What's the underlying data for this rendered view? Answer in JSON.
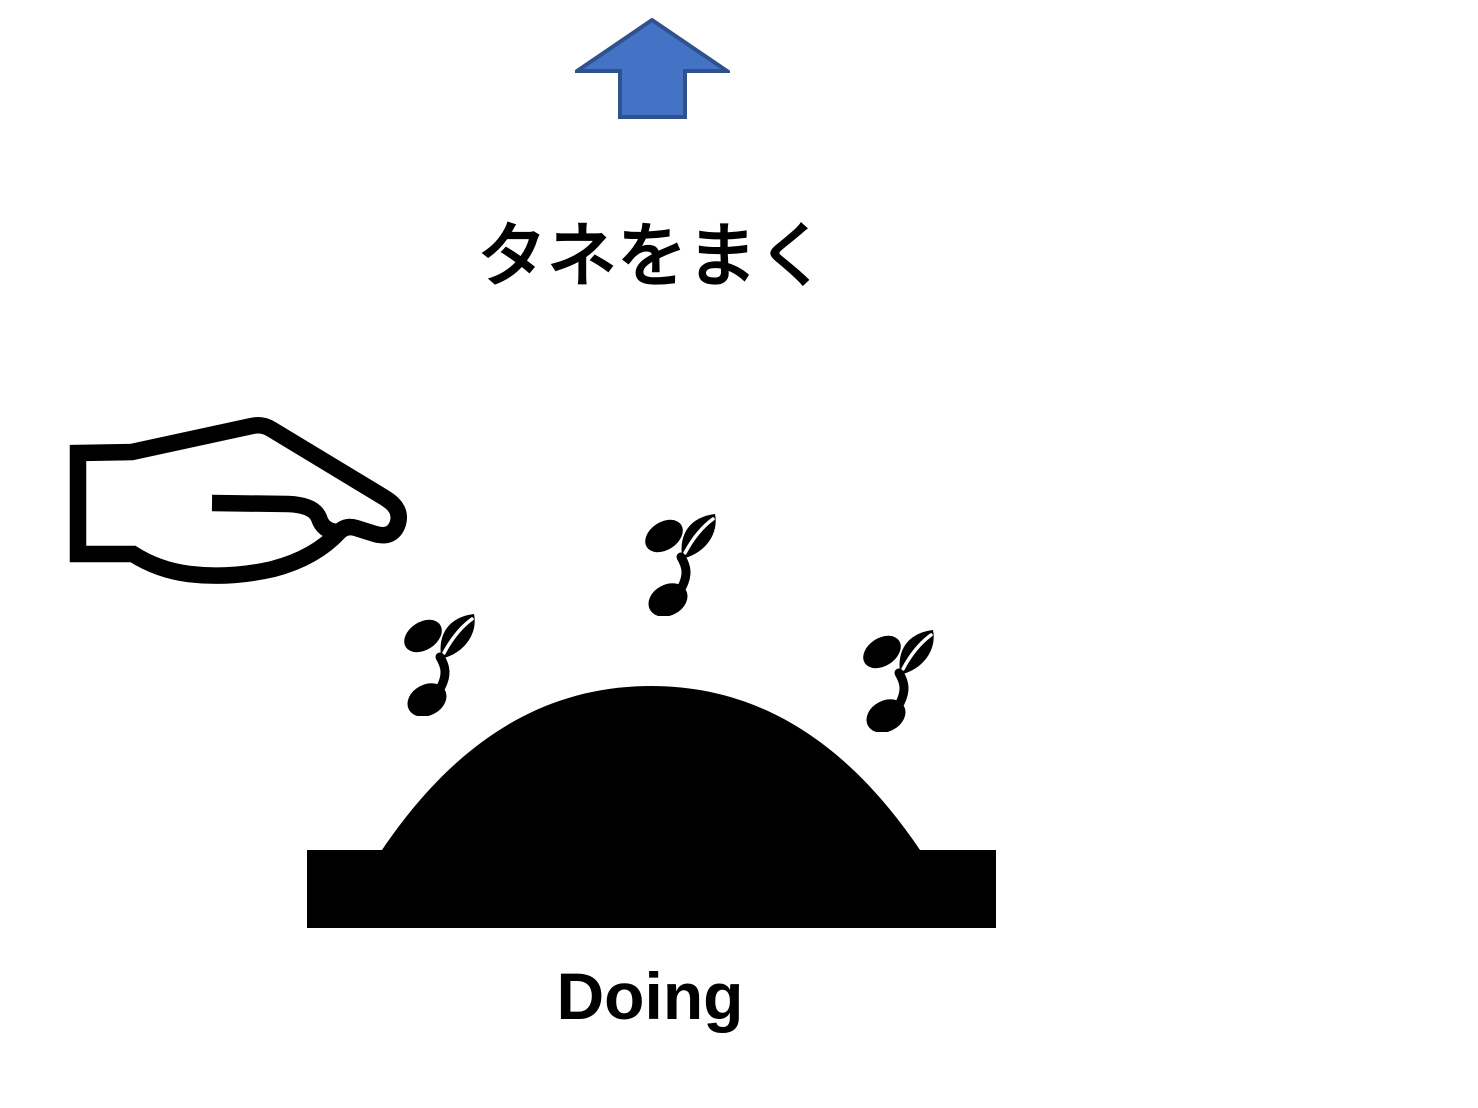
{
  "background_color": "#ffffff",
  "arrow": {
    "icon": "up-arrow-icon",
    "fill_color": "#4472C4",
    "border_color": "#2F528F"
  },
  "title": {
    "text": "タネをまく",
    "color": "#000000"
  },
  "scene": {
    "hand_icon": "hand-offering-seeds-icon",
    "sprout_icon": "seed-sprout-icon",
    "sprout_count": 3,
    "mound_icon": "soil-mound-icon",
    "icon_color": "#000000"
  },
  "caption": {
    "text": "Doing",
    "color": "#000000"
  }
}
